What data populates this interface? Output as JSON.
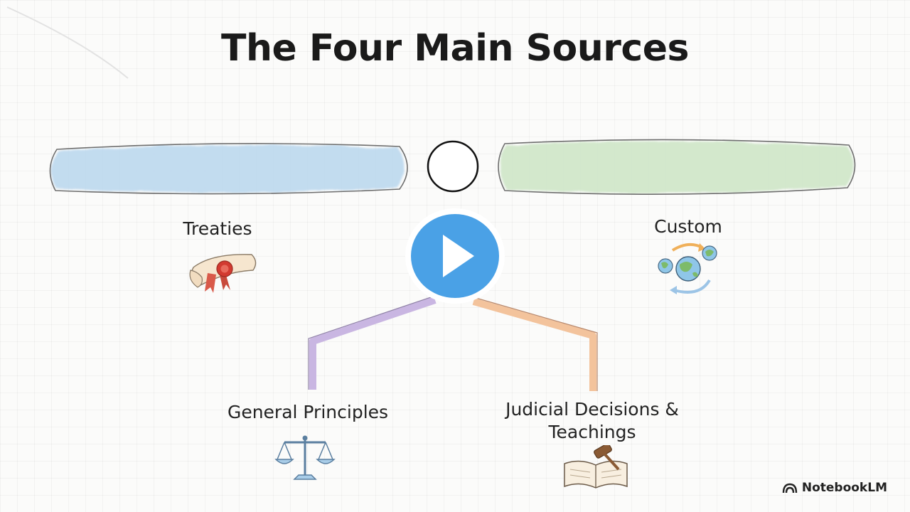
{
  "title": "The Four Main Sources",
  "sources": {
    "treaties": {
      "label": "Treaties",
      "icon": "scroll-with-seal-icon"
    },
    "custom": {
      "label": "Custom",
      "icon": "globe-cycle-icon"
    },
    "general_principles": {
      "label": "General Principles",
      "icon": "scales-icon"
    },
    "judicial": {
      "label_line1": "Judicial Decisions &",
      "label_line2": "Teachings",
      "icon": "book-gavel-icon"
    }
  },
  "brand": {
    "name": "NotebookLM",
    "icon": "notebooklm-logo-icon"
  },
  "player": {
    "icon": "play-icon"
  },
  "colors": {
    "treaties_bar": "#b9d7ee",
    "custom_bar": "#cfe6c8",
    "purple_line": "#c9b6e2",
    "orange_line": "#f3c39c",
    "play_blue": "#4aa1e6"
  }
}
